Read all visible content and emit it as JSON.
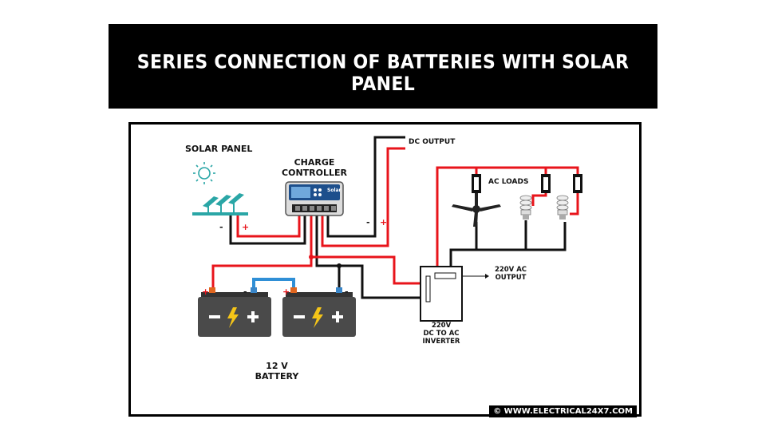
{
  "title": "SERIES CONNECTION OF BATTERIES WITH SOLAR PANEL",
  "labels": {
    "solar_panel": "SOLAR PANEL",
    "charge_controller_line1": "CHARGE",
    "charge_controller_line2": "CONTROLLER",
    "controller_brand": "Solar",
    "dc_output": "DC OUTPUT",
    "ac_loads": "AC LOADS",
    "ac_output_line1": "220V AC",
    "ac_output_line2": "OUTPUT",
    "inverter_line1": "220V",
    "inverter_line2": "DC TO AC",
    "inverter_line3": "INVERTER",
    "battery_line1": "12 V",
    "battery_line2": "BATTERY",
    "polarity_plus": "+",
    "polarity_minus": "-"
  },
  "copyright": "© WWW.ELECTRICAL24X7.COM",
  "colors": {
    "wire_positive": "#e8141b",
    "wire_negative": "#111111",
    "wire_series_link": "#2f8fd6",
    "battery_body": "#4a4a4a",
    "battery_top": "#333333",
    "bolt": "#f5c518",
    "solar_icon": "#2aa6a6",
    "plus_terminal": "#e0661f",
    "minus_terminal": "#3a86c8"
  },
  "icons": [
    "sun-icon",
    "solar-panel-icon",
    "ceiling-fan-icon",
    "cfl-bulb-icon",
    "switch-icon",
    "battery-icon"
  ]
}
